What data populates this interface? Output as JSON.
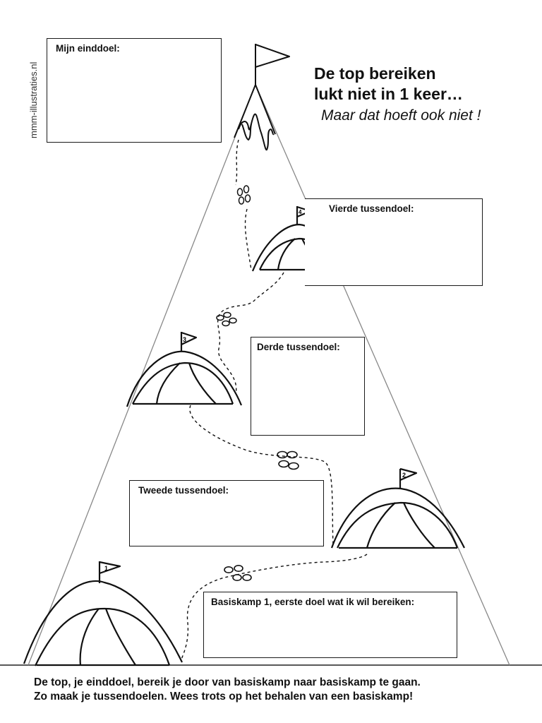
{
  "watermark": "mmm-illustraties.nl",
  "title": {
    "line1": "De top bereiken",
    "line2": "lukt niet in 1 keer…",
    "subtitle": "Maar dat hoeft ook niet !"
  },
  "boxes": {
    "einddoel": "Mijn einddoel:",
    "vierde": "Vierde tussendoel:",
    "derde": "Derde tussendoel:",
    "tweede": "Tweede tussendoel:",
    "basiskamp": "Basiskamp 1, eerste doel wat ik wil bereiken:"
  },
  "flags": {
    "tent1": "1",
    "tent2": "2",
    "tent3": "3",
    "tent4": "4"
  },
  "footer": {
    "line1": "De top, je einddoel, bereik je door van basiskamp naar basiskamp te gaan.",
    "line2": "Zo maak je tussendoelen. Wees trots op het behalen van een basiskamp!"
  }
}
